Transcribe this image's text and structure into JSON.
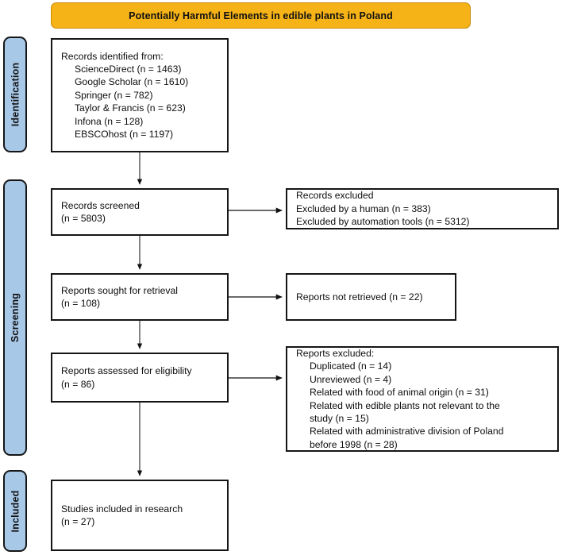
{
  "title": {
    "text": "Potentially Harmful Elements in edible plants in Poland",
    "background_color": "#F5B317",
    "text_color": "#111111"
  },
  "phases": [
    {
      "id": "identification",
      "label": "Identification",
      "color": "#A8C8E8"
    },
    {
      "id": "screening",
      "label": "Screening",
      "color": "#A8C8E8"
    },
    {
      "id": "included",
      "label": "Included",
      "color": "#A8C8E8"
    }
  ],
  "boxes": {
    "identified": {
      "text": "Records identified from:\n     ScienceDirect (n = 1463)\n     Google Scholar (n = 1610)\n     Springer (n = 782)\n     Taylor & Francis (n = 623)\n     Infona (n = 128)\n     EBSCOhost (n = 1197)"
    },
    "screened": {
      "text": "Records screened\n(n = 5803)"
    },
    "records_excluded": {
      "text": "Records excluded\nExcluded by a human (n = 383)\nExcluded by automation tools (n = 5312)"
    },
    "sought": {
      "text": "Reports sought for retrieval\n(n = 108)"
    },
    "not_retrieved": {
      "text": "Reports not retrieved (n = 22)"
    },
    "assessed": {
      "text": "Reports assessed for eligibility\n(n = 86)"
    },
    "reports_excluded": {
      "text": "Reports excluded:\n     Duplicated (n = 14)\n     Unreviewed (n = 4)\n     Related with food of animal origin (n = 31)\n     Related with edible plants not relevant to the\n     study (n = 15)\n     Related with administrative division of Poland\n     before 1998 (n = 28)"
    },
    "included_final": {
      "text": "Studies included in research\n(n = 27)"
    }
  },
  "counts": {
    "sciencedirect": 1463,
    "google_scholar": 1610,
    "springer": 782,
    "taylor_francis": 623,
    "infona": 128,
    "ebscohost": 1197,
    "records_screened": 5803,
    "excluded_by_human": 383,
    "excluded_by_automation": 5312,
    "reports_sought": 108,
    "reports_not_retrieved": 22,
    "reports_assessed": 86,
    "duplicated": 14,
    "unreviewed": 4,
    "animal_origin": 31,
    "not_relevant_plants": 15,
    "admin_division_before_1998": 28,
    "studies_included": 27
  }
}
